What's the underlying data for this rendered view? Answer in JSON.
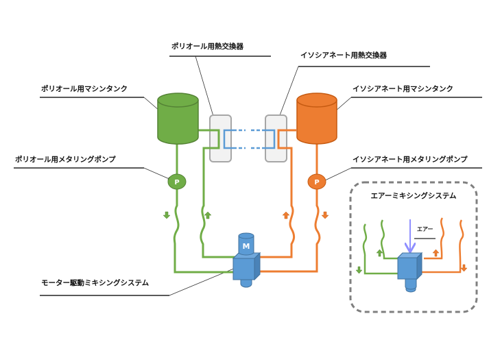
{
  "labels": {
    "polyol_heat_exchanger": "ポリオール用熱交換器",
    "isocyanate_heat_exchanger": "イソシアネート用熱交換器",
    "polyol_tank": "ポリオール用マシンタンク",
    "isocyanate_tank": "イソシアネート用マシンタンク",
    "polyol_pump": "ポリオール用メタリングポンプ",
    "isocyanate_pump": "イソシアネート用メタリングポンプ",
    "motor_mixing": "モーター駆動ミキシングシステム",
    "air_mixing_title": "エアーミキシングシステム",
    "air": "エアー",
    "pump_symbol": "P",
    "motor_symbol": "M"
  },
  "colors": {
    "polyol": "#70ad47",
    "isocyanate": "#ed7d31",
    "coolant": "#5b9bd5",
    "mixer": "#5b9bd5",
    "air": "#8f8fff",
    "exchanger_fill": "#f2f2f2",
    "exchanger_border": "#a6a6a6",
    "dashed_border": "#7f7f7f"
  }
}
